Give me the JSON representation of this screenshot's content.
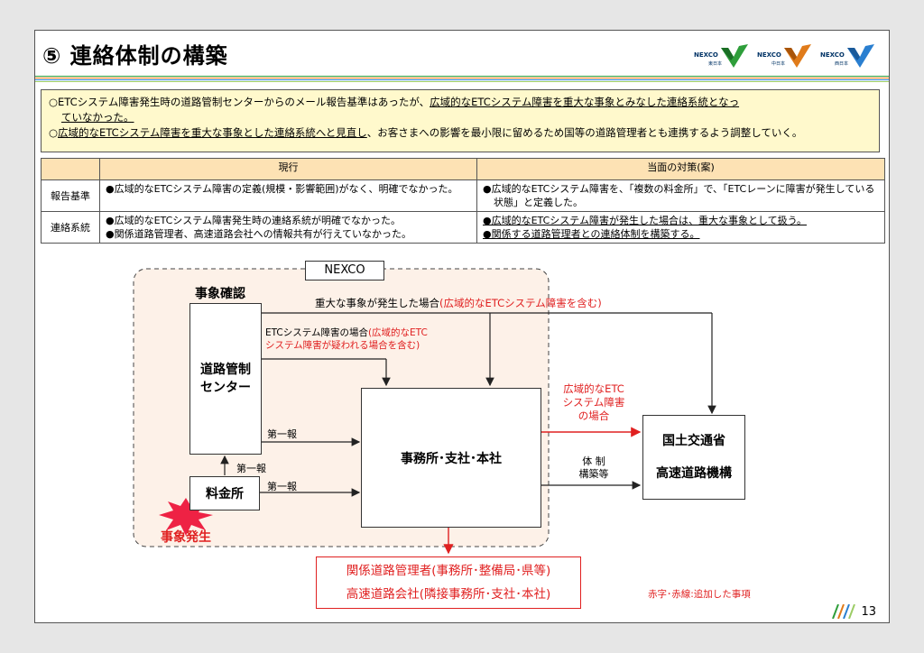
{
  "title": "⑤ 連絡体制の構築",
  "logos": [
    {
      "word": "NEXCO",
      "sub": "東日本",
      "color": "#2e9e3a"
    },
    {
      "word": "NEXCO",
      "sub": "中日本",
      "color": "#e07b1a"
    },
    {
      "word": "NEXCO",
      "sub": "西日本",
      "color": "#2a7fd0"
    }
  ],
  "summary": {
    "line1_a": "○ETCシステム障害発生時の道路管制センターからのメール報告基準はあったが、",
    "line1_u": "広域的なETCシステム障害を重大な事象とみなした連絡系統となっ",
    "line1_u2": "ていなかった。",
    "line2_u": "広域的なETCシステム障害を重大な事象とした連絡系統へと見直し",
    "line2_b": "、お客さまへの影響を最小限に留めるため国等の道路管理者とも連携するよう調整していく。",
    "line2_prefix": "○"
  },
  "table": {
    "headers": [
      "",
      "現行",
      "当面の対策(案)"
    ],
    "rows": [
      {
        "label": "報告基準",
        "current": [
          "●広域的なETCシステム障害の定義(規模・影響範囲)がなく、明確でなかった。"
        ],
        "measure": [
          "●広域的なETCシステム障害を、「複数の料金所」で、「ETCレーンに障害が発生している状態」と定義した。"
        ]
      },
      {
        "label": "連絡系統",
        "current": [
          "●広域的なETCシステム障害発生時の連絡系統が明確でなかった。",
          "●関係道路管理者、高速道路会社への情報共有が行えていなかった。"
        ],
        "measure": [
          "●広域的なETCシステム障害が発生した場合は、重大な事象として扱う。",
          "●関係する道路管理者との連絡体制を構築する。"
        ]
      }
    ]
  },
  "diagram": {
    "nexco_label": "NEXCO",
    "event_confirm": "事象確認",
    "major_event": "重大な事象が発生した場合",
    "major_event_red": "(広域的なETCシステム障害を含む)",
    "etc_case": "ETCシステム障害の場合",
    "etc_case_red1": "(広域的なETC",
    "etc_case_red2": "システム障害が疑われる場合を含む)",
    "road_center_1": "道路管制",
    "road_center_2": "センター",
    "first_report": "第一報",
    "office": "事務所･支社･本社",
    "toll": "料金所",
    "event_occur": "事象発生",
    "wide_1": "広域的なETC",
    "wide_2": "システム障害",
    "wide_3": "の場合",
    "system_1": "体 制",
    "system_2": "構築等",
    "mlit_1": "国土交通省",
    "mlit_2": "高速道路機構",
    "related_1": "関係道路管理者(事務所･整備局･県等)",
    "related_2": "高速道路会社(隣接事務所･支社･本社)",
    "legend": "赤字･赤線:追加した事項"
  },
  "page_number": "13",
  "colors": {
    "red": "#e02020",
    "summary_bg": "#fff9cc",
    "header_bg": "#fde2b4",
    "nexco_area": "#fdf1e8"
  }
}
